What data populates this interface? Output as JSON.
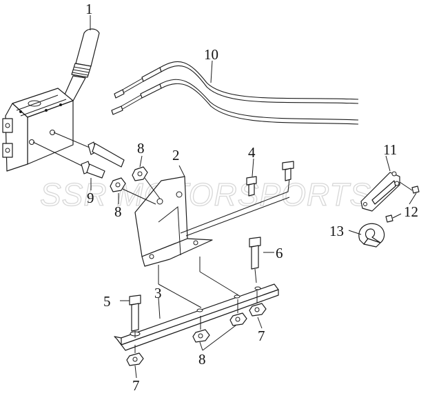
{
  "watermark": "SSR MOTORSPORTS",
  "callouts": [
    "1",
    "2",
    "3",
    "4",
    "5",
    "6",
    "7",
    "7",
    "8",
    "8",
    "8",
    "9",
    "10",
    "11",
    "12",
    "13"
  ]
}
